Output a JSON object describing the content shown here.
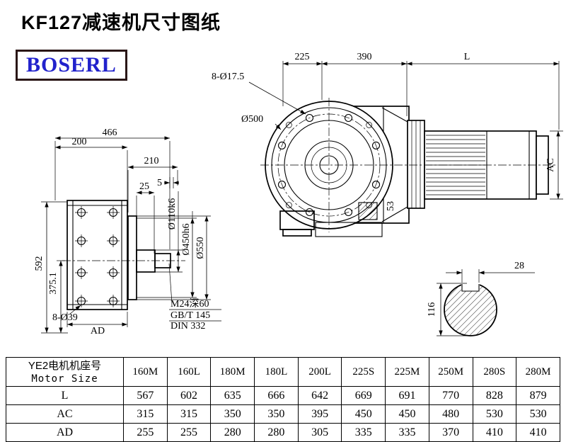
{
  "page": {
    "title": "KF127减速机尺寸图纸",
    "logo": "BOSERL"
  },
  "drawing": {
    "side_view": {
      "dim_200": "200",
      "dim_466": "466",
      "dim_210": "210",
      "dim_5": "5",
      "dim_25": "25",
      "dim_592": "592",
      "dim_375": "375.1",
      "holes": "8-Ø39",
      "dim_ad": "AD",
      "dia_shaft": "Ø110k6",
      "dia_spigot": "Ø450h6",
      "dia_flange": "Ø550",
      "note_1": "M24深60",
      "note_2": "GB/T 145",
      "note_3": "DIN 332"
    },
    "front_view": {
      "dim_225": "225",
      "dim_390": "390",
      "dim_l": "L",
      "holes": "8-Ø17.5",
      "dia": "Ø500",
      "dim_ac": "AC",
      "dim_53": "53"
    },
    "section_view": {
      "dim_28": "28",
      "dim_116": "116"
    }
  },
  "table": {
    "header_cn": "YE2电机机座号",
    "header_en": "Motor Size",
    "columns": [
      "160M",
      "160L",
      "180M",
      "180L",
      "200L",
      "225S",
      "225M",
      "250M",
      "280S",
      "280M"
    ],
    "rows": [
      {
        "label": "L",
        "values": [
          "567",
          "602",
          "635",
          "666",
          "642",
          "669",
          "691",
          "770",
          "828",
          "879"
        ]
      },
      {
        "label": "AC",
        "values": [
          "315",
          "315",
          "350",
          "350",
          "395",
          "450",
          "450",
          "480",
          "530",
          "530"
        ]
      },
      {
        "label": "AD",
        "values": [
          "255",
          "255",
          "280",
          "280",
          "305",
          "335",
          "335",
          "370",
          "410",
          "410"
        ]
      }
    ]
  }
}
